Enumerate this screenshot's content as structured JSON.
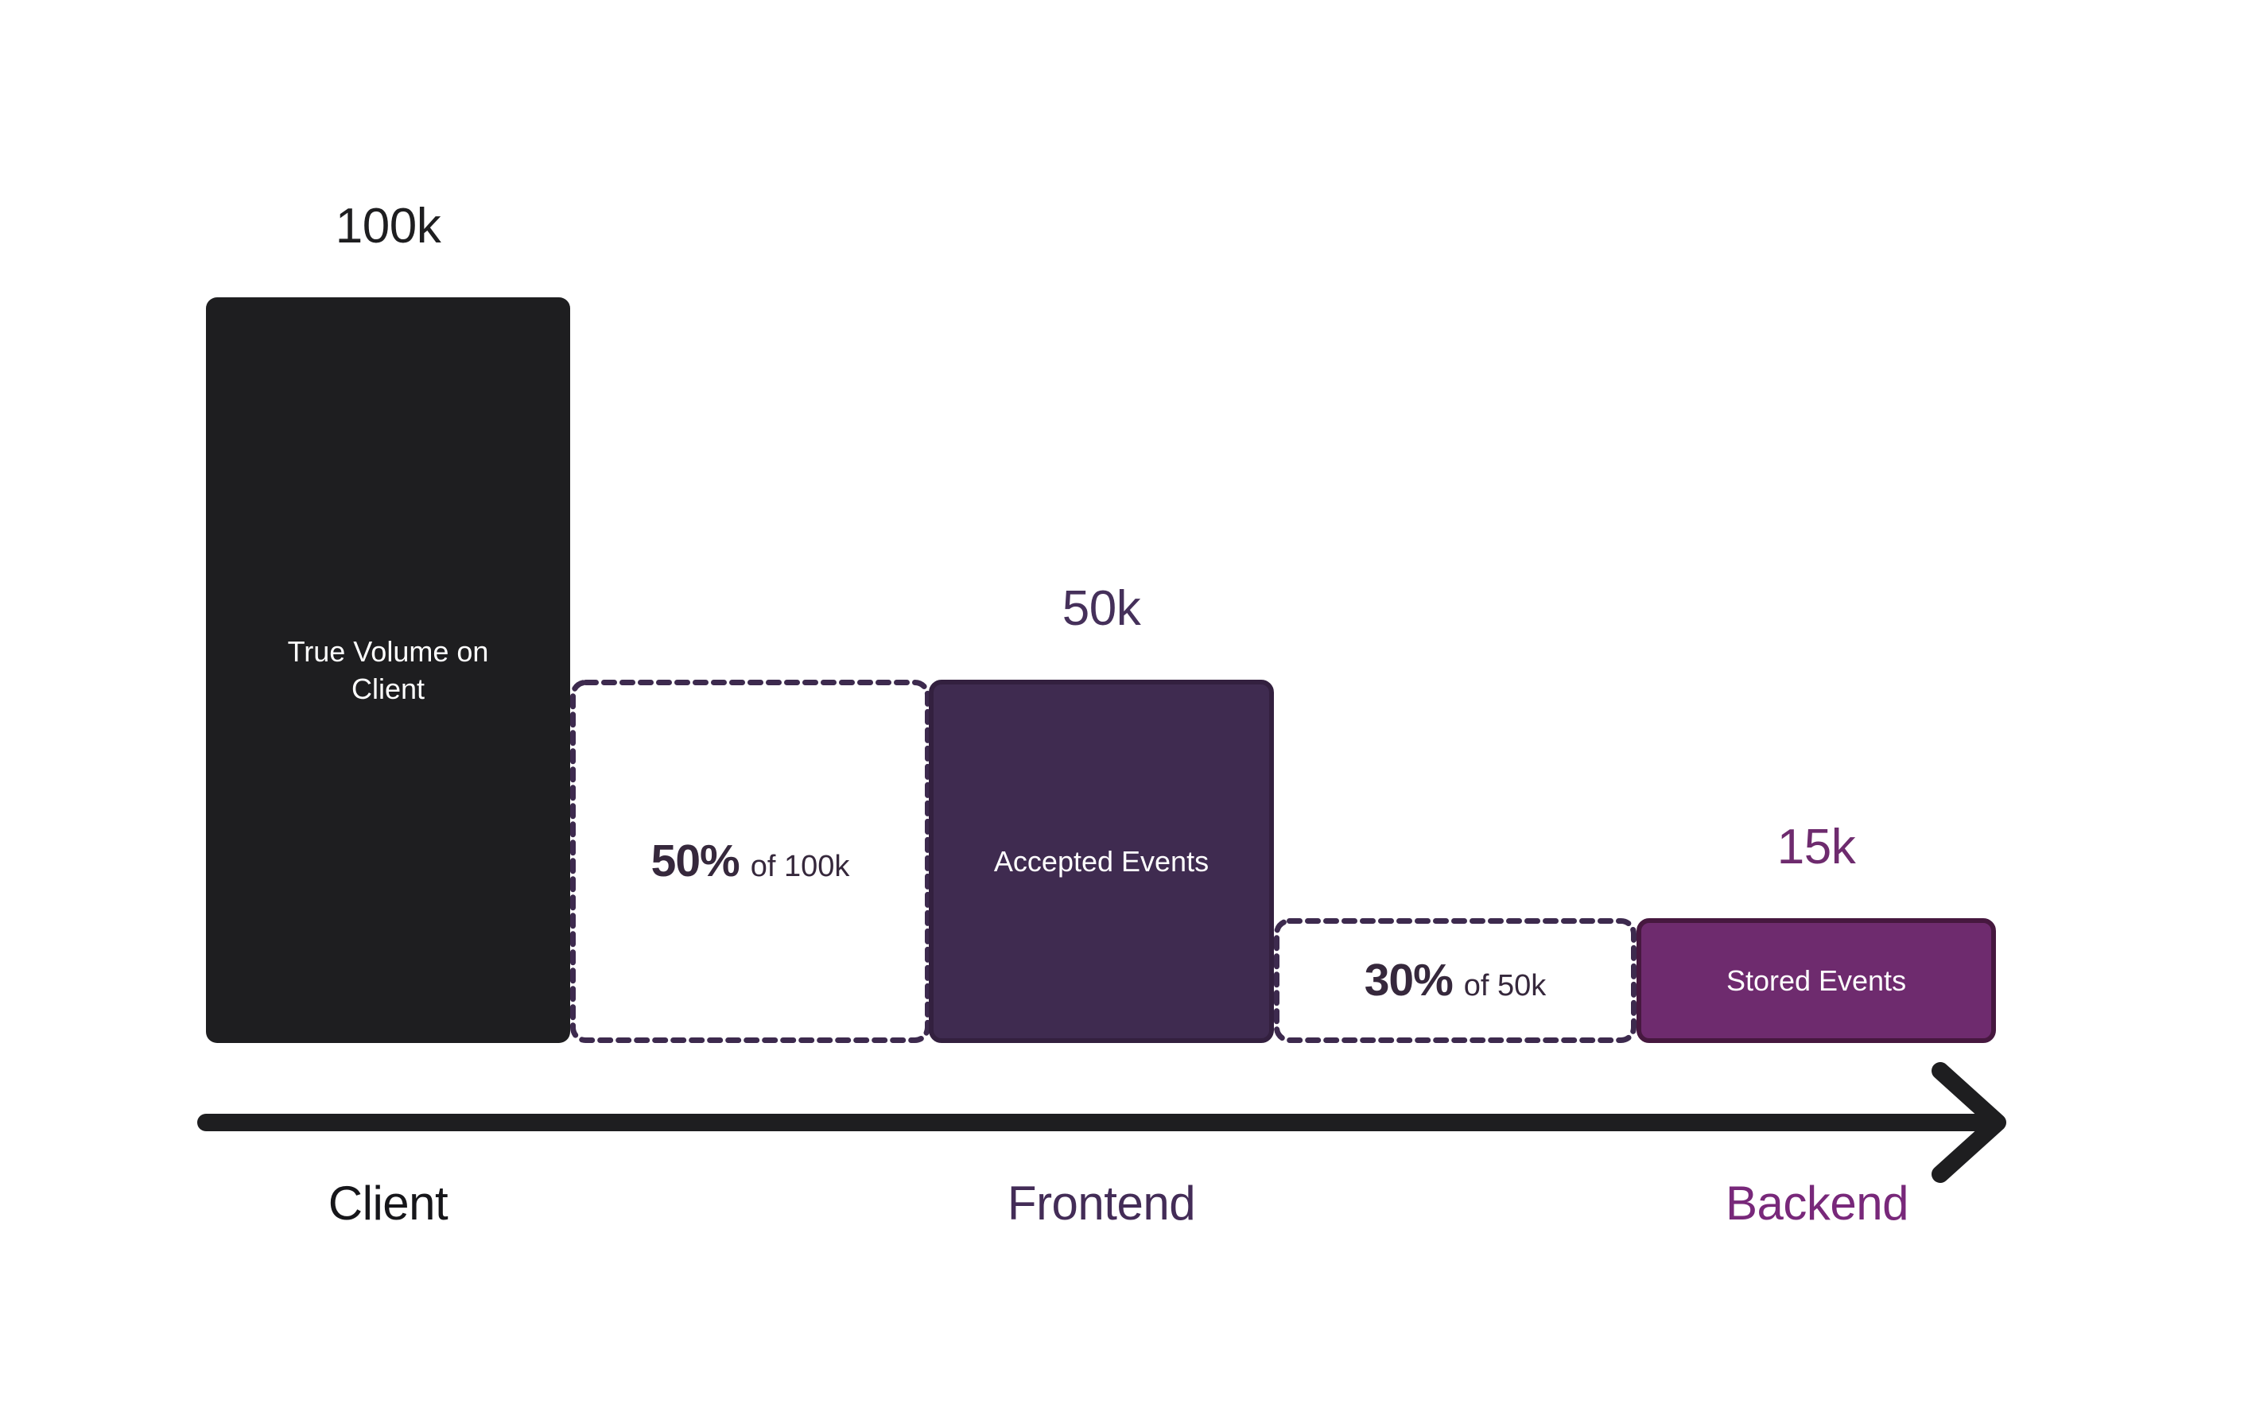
{
  "chart_data": {
    "type": "bar",
    "title": "",
    "subtitle": "",
    "xlabel": "",
    "ylabel": "",
    "grid": false,
    "legend_position": "none",
    "orientation": "vertical-funnel",
    "categories": [
      "Client",
      "Frontend",
      "Backend"
    ],
    "values": [
      100000,
      50000,
      15000
    ],
    "value_labels": [
      "100k",
      "50k",
      "15k"
    ],
    "bar_inner_labels": [
      "True Volume on Client",
      "Accepted Events",
      "Stored Events"
    ],
    "reductions": [
      {
        "percent": "50%",
        "of": "of 100k",
        "from": 100000,
        "to": 50000,
        "ratio": 0.5
      },
      {
        "percent": "30%",
        "of": "of 50k",
        "from": 50000,
        "to": 15000,
        "ratio": 0.3
      }
    ],
    "axis_arrow": true,
    "ylim": [
      0,
      100000
    ],
    "colors": {
      "client_bar": "#1E1E20",
      "frontend_bar": "#3F2B50",
      "backend_bar": "#6E2B6E",
      "dashed_stroke": "#3D2A4E",
      "axis": "#1E1E20",
      "client_label": "#1E1E20",
      "frontend_label": "#45305A",
      "backend_label": "#6E2B6E",
      "background": "#FFFFFF"
    }
  },
  "bars": [
    {
      "stage": "Client",
      "value_label": "100k",
      "inner_label": "True Volume on Client",
      "caption": "Client"
    },
    {
      "stage": "Frontend",
      "value_label": "50k",
      "inner_label": "Accepted Events",
      "caption": "Frontend"
    },
    {
      "stage": "Backend",
      "value_label": "15k",
      "inner_label": "Stored Events",
      "caption": "Backend"
    }
  ],
  "reduction_boxes": [
    {
      "percent": "50%",
      "of_text": "of 100k"
    },
    {
      "percent": "30%",
      "of_text": "of 50k"
    }
  ],
  "icons": {
    "axis_arrow": "arrow-right-icon"
  }
}
